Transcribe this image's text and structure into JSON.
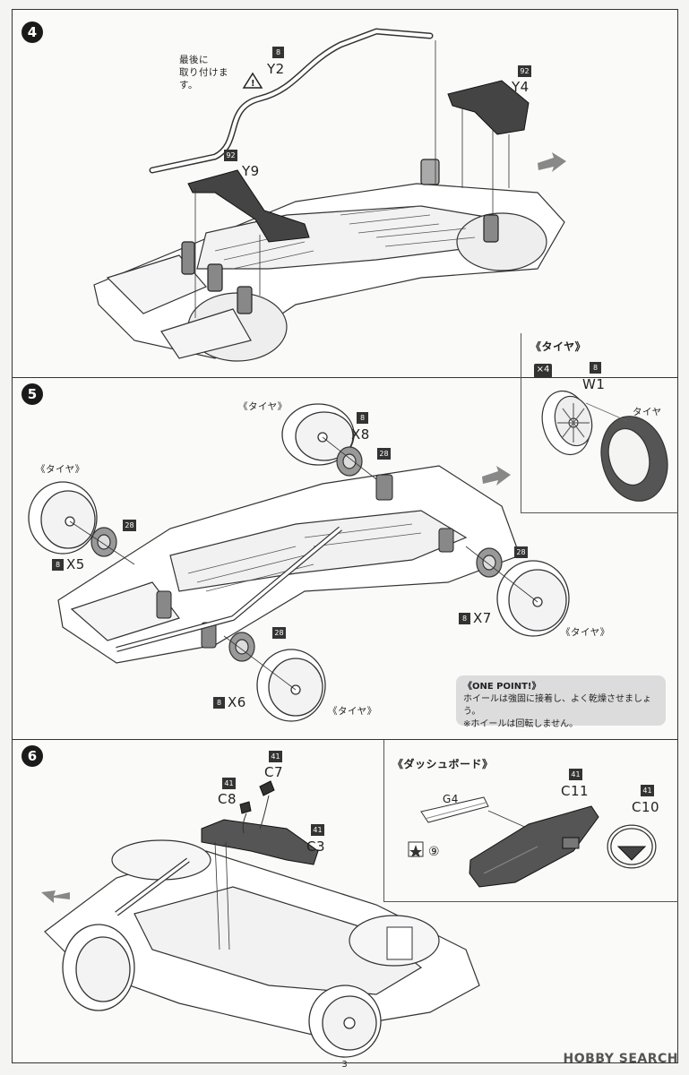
{
  "steps": [
    {
      "num": "4"
    },
    {
      "num": "5"
    },
    {
      "num": "6"
    }
  ],
  "step4": {
    "note": "最後に\n取り付けます。",
    "y2": "Y2",
    "y2_badge": "8",
    "y9": "Y9",
    "y9_badge": "92",
    "y4": "Y4",
    "y4_badge": "92"
  },
  "tire_box": {
    "title": "《タイヤ》",
    "multiplier": "×4",
    "wheel_badge": "8",
    "wheel": "W1",
    "tire": "タイヤ"
  },
  "step5": {
    "tire_label": "《タイヤ》",
    "x8": "X8",
    "x8_badge": "8",
    "x5": "X5",
    "x5_badge": "8",
    "x7": "X7",
    "x7_badge": "8",
    "x6": "X6",
    "x6_badge": "8",
    "hub_badge": "28",
    "one_point_title": "《ONE POINT!》",
    "one_point_line1": "ホイールは強固に接着し、よく乾燥させましょう。",
    "one_point_line2": "※ホイールは回転しません。"
  },
  "step6": {
    "c7": "C7",
    "c7_badge": "41",
    "c8": "C8",
    "c8_badge": "41",
    "c3": "C3",
    "c3_badge": "41",
    "dash_title": "《ダッシュボード》",
    "g4": "G4",
    "g4_num": "⑨",
    "c11": "C11",
    "c11_badge": "41",
    "c10": "C10",
    "c10_badge": "41"
  },
  "page_number": "3",
  "watermark": "HOBBY SEARCH"
}
